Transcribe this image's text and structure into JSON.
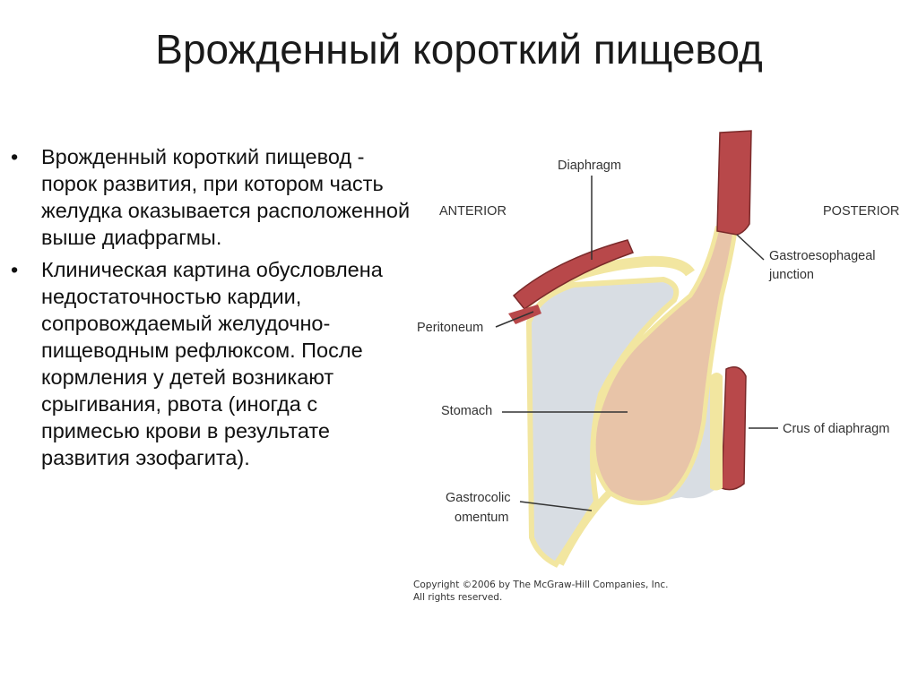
{
  "title": "Врожденный короткий пищевод",
  "bullets": [
    "Врожденный короткий пищевод - порок развития, при котором часть желудка оказывается расположенной выше диафрагмы.",
    "Клиническая картина обусловлена недостаточностью кардии, сопровождаемый желудочно-пищеводным рефлюксом. После кормления у детей возникают срыгивания, рвота (иногда с примесью крови в результате развития эзофагита)."
  ],
  "figure": {
    "labels": {
      "diaphragm": "Diaphragm",
      "anterior": "ANTERIOR",
      "posterior": "POSTERIOR",
      "ge_junction_1": "Gastroesophageal",
      "ge_junction_2": "junction",
      "peritoneum": "Peritoneum",
      "stomach": "Stomach",
      "crus": "Crus of diaphragm",
      "gastrocolic_1": "Gastrocolic",
      "gastrocolic_2": "omentum"
    },
    "copyright_1": "Copyright ©2006 by The McGraw-Hill Companies, Inc.",
    "copyright_2": "All rights reserved."
  }
}
